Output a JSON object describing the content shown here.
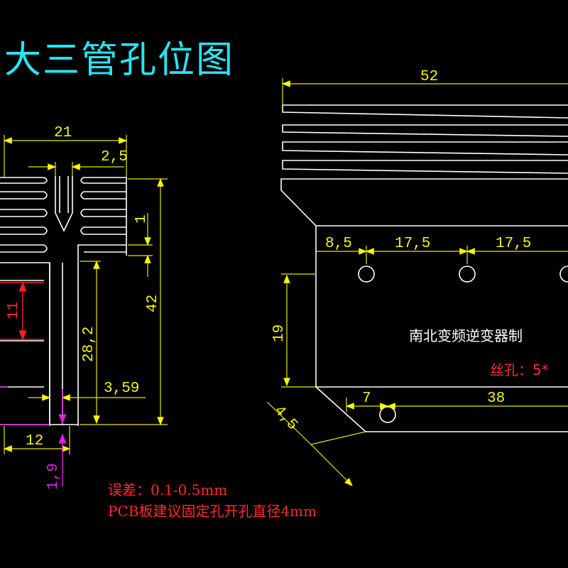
{
  "title": "大三管孔位图",
  "side_view": {
    "dims": {
      "width_total": "21",
      "slot": "2,5",
      "fin_pitch": "1",
      "height_total": "42",
      "base_height": "28,2",
      "gap": "11",
      "base_thickness": "3,59",
      "base_width": "12",
      "lip": "1,9"
    }
  },
  "front_view": {
    "dims": {
      "width_total": "52",
      "hole_offset": "8,5",
      "hole_pitch_1": "17,5",
      "hole_pitch_2": "17,5",
      "height": "19",
      "chamfer": "4,5",
      "bottom_offset": "7",
      "bottom_width": "38"
    },
    "maker_label": "南北变频逆变器制",
    "thread_label": "丝孔：5*"
  },
  "notes": {
    "tolerance": "误差：0.1-0.5mm",
    "pcb_hole": "PCB板建议固定孔开孔直径4mm"
  },
  "colors": {
    "title": "#29e3f3",
    "dimension": "#f7f700",
    "outline": "#ffffff",
    "note": "#ff2a2a",
    "magenta": "#e020e0"
  }
}
